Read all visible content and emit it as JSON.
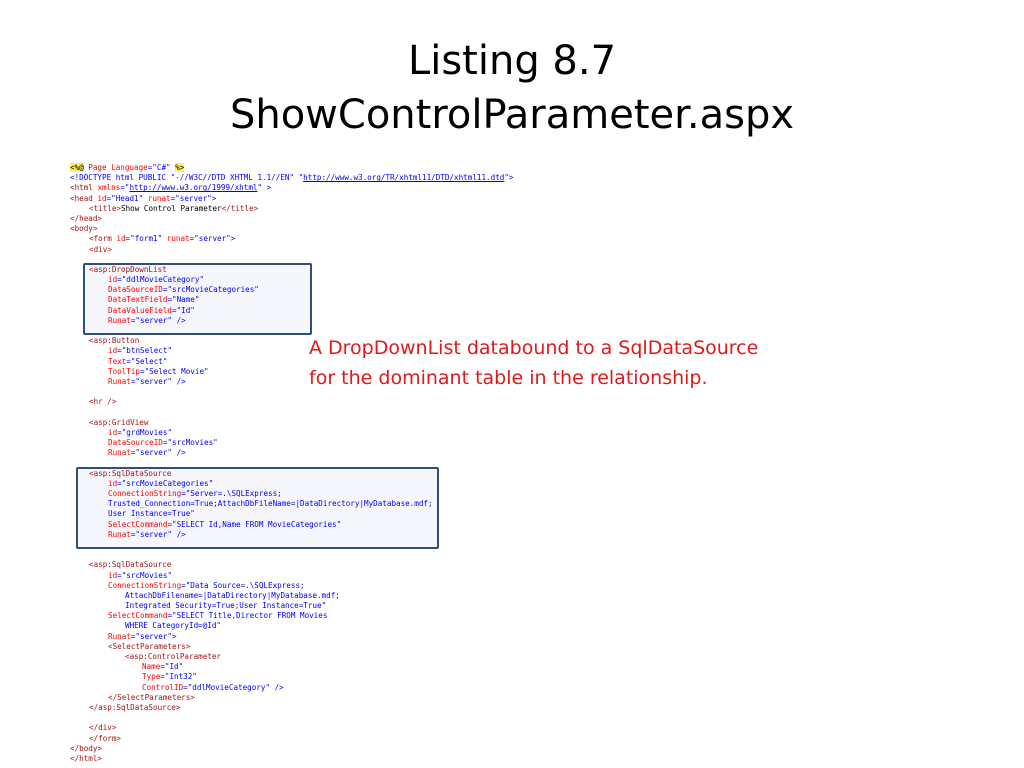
{
  "slide": {
    "title_line1": "Listing 8.7",
    "title_line2": "ShowControlParameter.aspx"
  },
  "note": {
    "text": "A DropDownList databound to a SqlDataSource for the dominant table in the relationship."
  },
  "code": {
    "l01a": "<%@",
    "l01b": " Page ",
    "l01c": "Language",
    "l01d": "=\"C#\" ",
    "l01e": "%>",
    "l02a": "<!DOCTYPE html PUBLIC \"-//W3C//DTD XHTML 1.1//EN\" \"",
    "l02b": "http://www.w3.org/TR/xhtml11/DTD/xhtml11.dtd",
    "l02c": "\">",
    "l03a": "<html ",
    "l03b": "xmlns",
    "l03c": "=\"",
    "l03d": "http://www.w3.org/1999/xhtml",
    "l03e": "\" >",
    "l04a": "<head ",
    "l04b": "id",
    "l04c": "=\"Head1\" ",
    "l04d": "runat",
    "l04e": "=\"server\">",
    "l05a": "<title>",
    "l05b": "Show Control Parameter",
    "l05c": "</title>",
    "l06": "</head>",
    "l07": "<body>",
    "l08a": "<form ",
    "l08b": "id",
    "l08c": "=\"form1\" ",
    "l08d": "runat",
    "l08e": "=\"server\">",
    "l09": "<div>",
    "l10": "<asp:DropDownList",
    "l11a": "id",
    "l11b": "=\"ddlMovieCategory\"",
    "l12a": "DataSourceID",
    "l12b": "=\"srcMovieCategories\"",
    "l13a": "DataTextField",
    "l13b": "=\"Name\"",
    "l14a": "DataValueField",
    "l14b": "=\"Id\"",
    "l15a": "Runat",
    "l15b": "=\"server\" />",
    "l16": "<asp:Button",
    "l17a": "id",
    "l17b": "=\"btnSelect\"",
    "l18a": "Text",
    "l18b": "=\"Select\"",
    "l19a": "ToolTip",
    "l19b": "=\"Select Movie\"",
    "l20a": "Runat",
    "l20b": "=\"server\" />",
    "l21": "<hr />",
    "l22": "<asp:GridView",
    "l23a": "id",
    "l23b": "=\"grdMovies\"",
    "l24a": "DataSourceID",
    "l24b": "=\"srcMovies\"",
    "l25a": "Runat",
    "l25b": "=\"server\" />",
    "l26": "<asp:SqlDataSource",
    "l27a": "id",
    "l27b": "=\"srcMovieCategories\"",
    "l28a": "ConnectionString",
    "l28b": "=\"Server=.\\SQLExpress;",
    "l29": "Trusted_Connection=True;AttachDbFileName=|DataDirectory|MyDatabase.mdf;",
    "l30": "User Instance=True\"",
    "l31a": "SelectCommand",
    "l31b": "=\"SELECT Id,Name FROM MovieCategories\"",
    "l32a": "Runat",
    "l32b": "=\"server\" />",
    "l33": "<asp:SqlDataSource",
    "l34a": "id",
    "l34b": "=\"srcMovies\"",
    "l35a": "ConnectionString",
    "l35b": "=\"Data Source=.\\SQLExpress;",
    "l36": "AttachDbFilename=|DataDirectory|MyDatabase.mdf;",
    "l37": "Integrated Security=True;User Instance=True\"",
    "l38a": "SelectCommand",
    "l38b": "=\"SELECT Title,Director FROM Movies",
    "l39": "WHERE CategoryId=@Id\"",
    "l40a": "Runat",
    "l40b": "=\"server\">",
    "l41": "<SelectParameters>",
    "l42": "<asp:ControlParameter",
    "l43a": "Name",
    "l43b": "=\"Id\"",
    "l44a": "Type",
    "l44b": "=\"Int32\"",
    "l45a": "ControlID",
    "l45b": "=\"ddlMovieCategory\" />",
    "l46": "</SelectParameters>",
    "l47": "</asp:SqlDataSource>",
    "l48": "</div>",
    "l49": "</form>",
    "l50": "</body>",
    "l51": "</html>"
  },
  "colors": {
    "tag": "#a31515",
    "attribute": "#ff0000",
    "value": "#0000ff",
    "note": "#e0191c",
    "highlight_border": "#2f4f7f"
  }
}
